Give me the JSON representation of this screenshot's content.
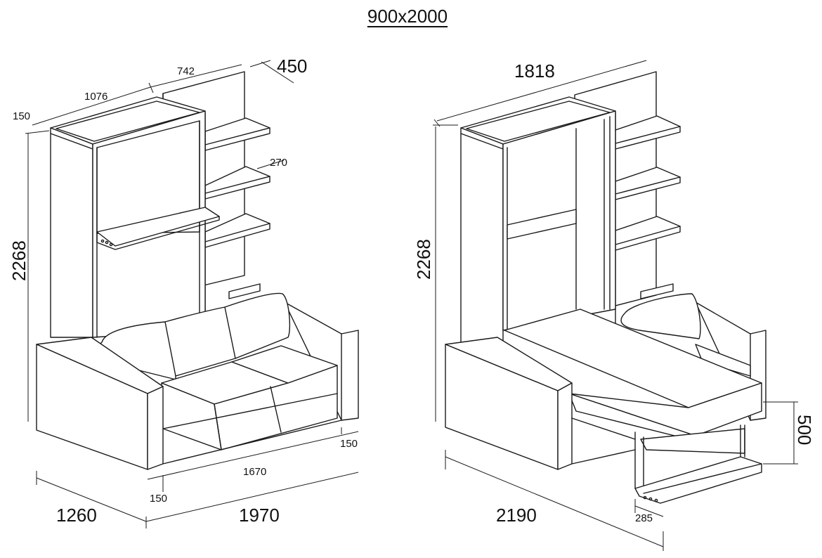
{
  "title": "900x2000",
  "left_view": {
    "dims": {
      "depth_top": "742",
      "depth_shelf": "450",
      "width_cabinet": "1076",
      "panel_thickness": "150",
      "shelf_depth": "270",
      "height": "2268",
      "arm_right": "150",
      "seat_width": "1670",
      "arm_left": "150",
      "sofa_depth": "1260",
      "total_width": "1970"
    }
  },
  "right_view": {
    "dims": {
      "width_top": "1818",
      "height": "2268",
      "bed_height": "500",
      "leg_offset": "285",
      "total_depth": "2190"
    }
  }
}
